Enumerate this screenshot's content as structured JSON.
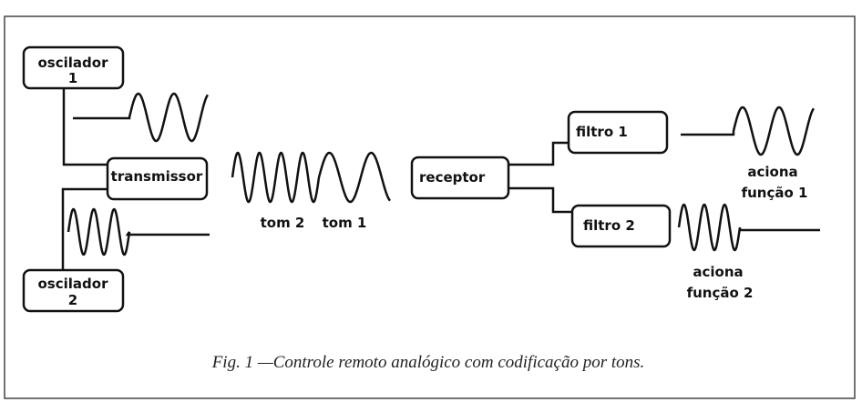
{
  "diagram": {
    "blocks": {
      "oscillator1": [
        "oscilador",
        "1"
      ],
      "oscillator2": [
        "oscilador",
        "2"
      ],
      "transmitter": "transmissor",
      "receiver": "receptor",
      "filter1": "filtro 1",
      "filter2": "filtro 2"
    },
    "tone_labels": {
      "tone2": "tom 2",
      "tone1": "tom 1"
    },
    "outputs": {
      "function1": [
        "aciona",
        "função 1"
      ],
      "function2": [
        "aciona",
        "função 2"
      ]
    },
    "caption": "Fig. 1 —Controle remoto analógico com codificação por tons."
  }
}
